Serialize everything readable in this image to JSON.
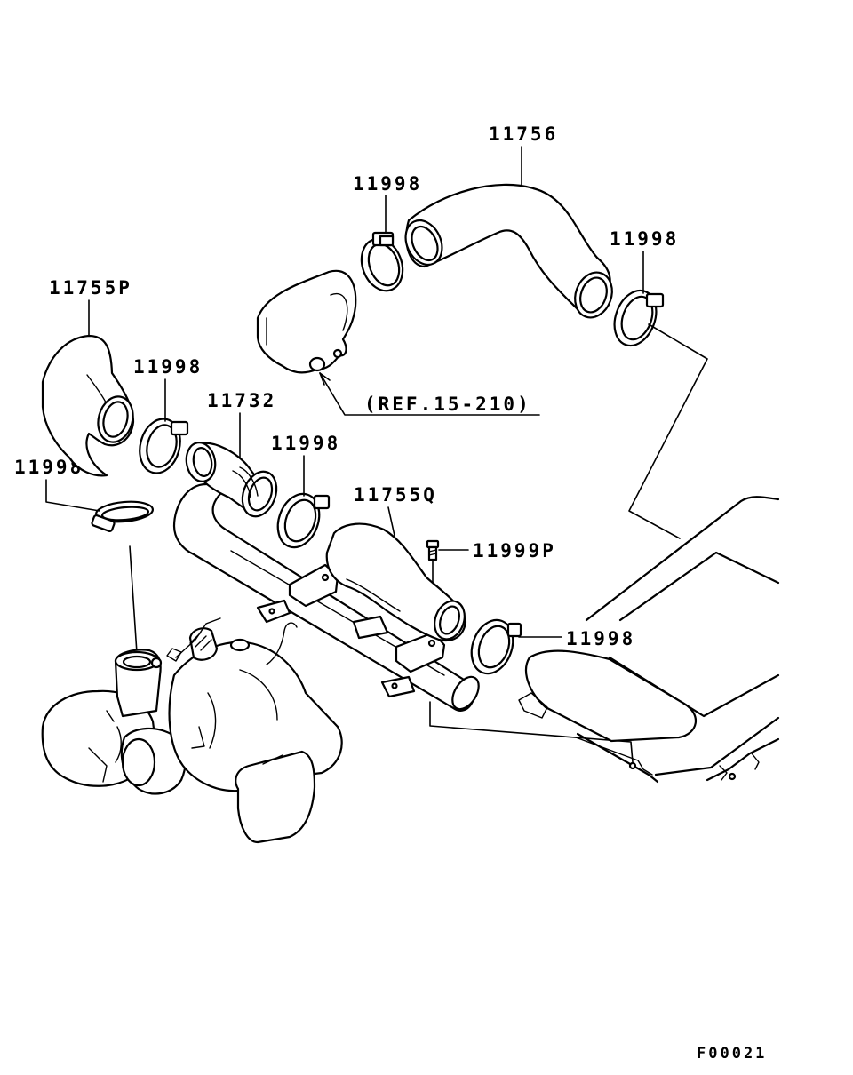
{
  "labels": {
    "p11756": "11756",
    "p11998_top": "11998",
    "p11998_right_top": "11998",
    "p11755p": "11755P",
    "p11998_left_mid": "11998",
    "p11732": "11732",
    "p11998_center": "11998",
    "p11998_left": "11998",
    "p11755q": "11755Q",
    "p11999p": "11999P",
    "p11998_right_low": "11998",
    "ref": "(REF.15-210)"
  },
  "figure_code": "F00021",
  "colors": {
    "line": "#000000",
    "background": "#ffffff"
  }
}
